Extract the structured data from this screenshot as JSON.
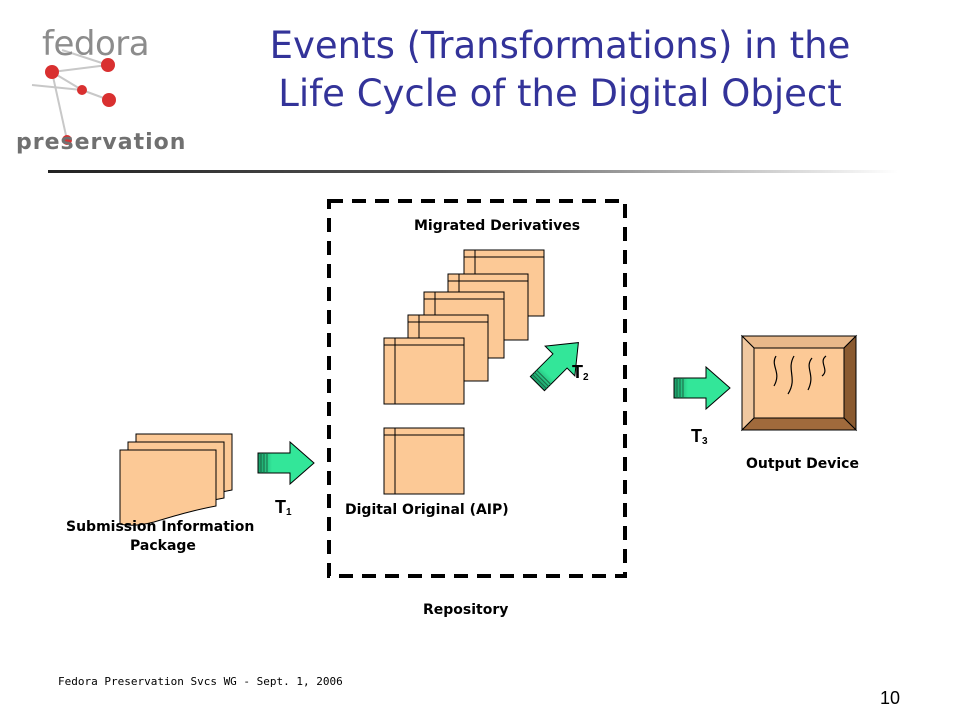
{
  "logo": {
    "word": "fedora",
    "subtitle": "preservation"
  },
  "title": {
    "line1": "Events (Transformations) in the",
    "line2": "Life Cycle of the Digital Object"
  },
  "diagram": {
    "sip_label_line1": "Submission Information",
    "sip_label_line2": "Package",
    "repository_label": "Repository",
    "migrated_label": "Migrated Derivatives",
    "original_label": "Digital Original (AIP)",
    "output_label": "Output Device",
    "t1": {
      "letter": "T",
      "sub": "1"
    },
    "t2": {
      "letter": "T",
      "sub": "2"
    },
    "t3": {
      "letter": "T",
      "sub": "3"
    }
  },
  "footer": {
    "text": "Fedora Preservation Svcs WG - Sept. 1, 2006",
    "page": "10"
  },
  "colors": {
    "title": "#333399",
    "doc_fill": "#fcc996",
    "arrow_fill": "#33e699",
    "logo_dot": "#d93030"
  }
}
